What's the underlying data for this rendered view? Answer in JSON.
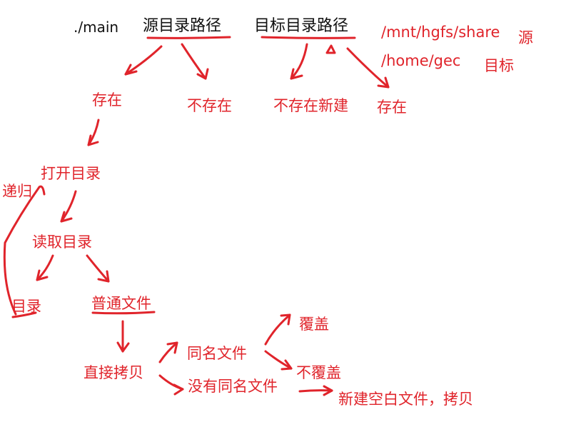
{
  "command": {
    "program": "./main",
    "arg_source": "源目录路径",
    "arg_target": "目标目录路径"
  },
  "example_paths": {
    "source_path": "/mnt/hgfs/share",
    "source_tag": "源",
    "target_path": "/home/gec",
    "target_tag": "目标"
  },
  "source_branches": {
    "exists": "存在",
    "not_exists": "不存在"
  },
  "target_branches": {
    "not_exists": "不存在新建",
    "exists": "存在"
  },
  "flow": {
    "open_dir": "打开目录",
    "recursion": "递归",
    "read_dir": "读取目录",
    "directory": "目录",
    "regular_file": "普通文件",
    "direct_copy": "直接拷贝",
    "same_name_file": "同名文件",
    "overwrite": "覆盖",
    "no_overwrite": "不覆盖",
    "no_same_name_file": "没有同名文件",
    "new_blank_file_copy": "新建空白文件，拷贝"
  },
  "colors": {
    "ink": "#e0242b",
    "text": "#111111"
  }
}
